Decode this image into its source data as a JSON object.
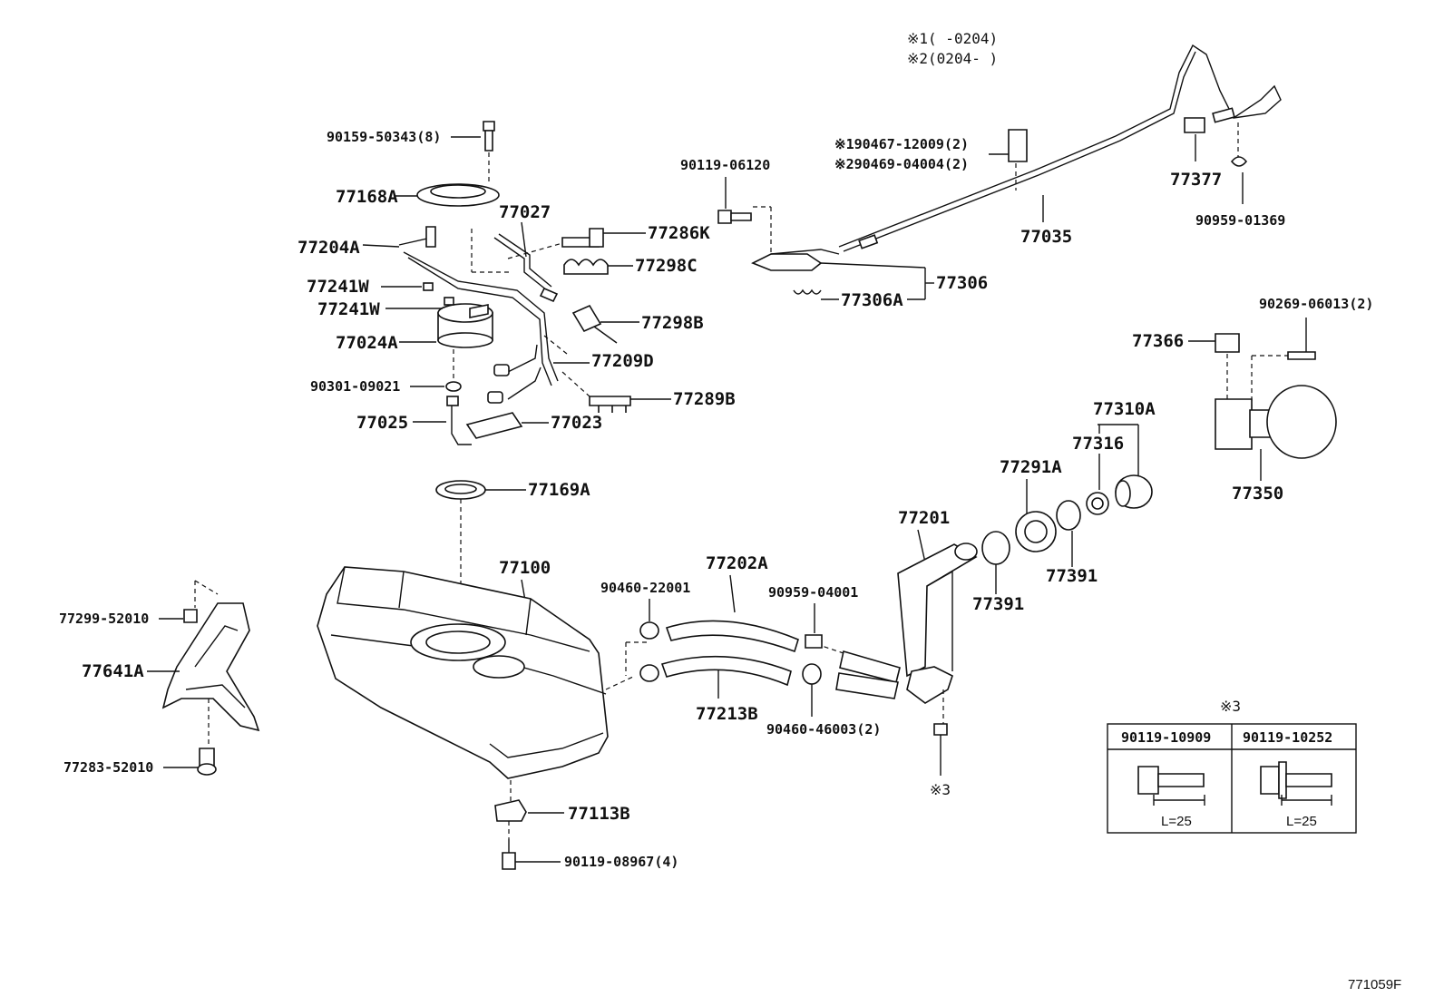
{
  "figure_id": "771059F",
  "notes": {
    "note1": "※1(    -0204)",
    "note2": "※2(0204-    )"
  },
  "labels": {
    "p90159": "90159-50343(8)",
    "p77168A": "77168A",
    "p77027": "77027",
    "p77204A": "77204A",
    "p77241W_1": "77241W",
    "p77241W_2": "77241W",
    "p77024A": "77024A",
    "p90301": "90301-09021",
    "p77025": "77025",
    "p77023": "77023",
    "p77286K": "77286K",
    "p77298C": "77298C",
    "p77298B": "77298B",
    "p77209D": "77209D",
    "p77289B": "77289B",
    "p90119_06120": "90119-06120",
    "p90467": "※190467-12009(2)",
    "p90469": "※290469-04004(2)",
    "p77306A": "77306A",
    "p77306": "77306",
    "p77035": "77035",
    "p77377": "77377",
    "p90959_01369": "90959-01369",
    "p90269": "90269-06013(2)",
    "p77366": "77366",
    "p77350": "77350",
    "p77310A": "77310A",
    "p77316": "77316",
    "p77291A": "77291A",
    "p77391_a": "77391",
    "p77391_b": "77391",
    "p77201": "77201",
    "p77169A": "77169A",
    "p77100": "77100",
    "p77202A": "77202A",
    "p90460_22001": "90460-22001",
    "p90959_04001": "90959-04001",
    "p77213B": "77213B",
    "p90460_46003": "90460-46003(2)",
    "p77299": "77299-52010",
    "p77641A": "77641A",
    "p77283": "77283-52010",
    "p77113B": "77113B",
    "p90119_08967": "90119-08967(4)",
    "ref3": "※3"
  },
  "inset": {
    "title": "※3",
    "col1": "90119-10909",
    "col2": "90119-10252",
    "dim1": "L=25",
    "dim2": "L=25"
  }
}
